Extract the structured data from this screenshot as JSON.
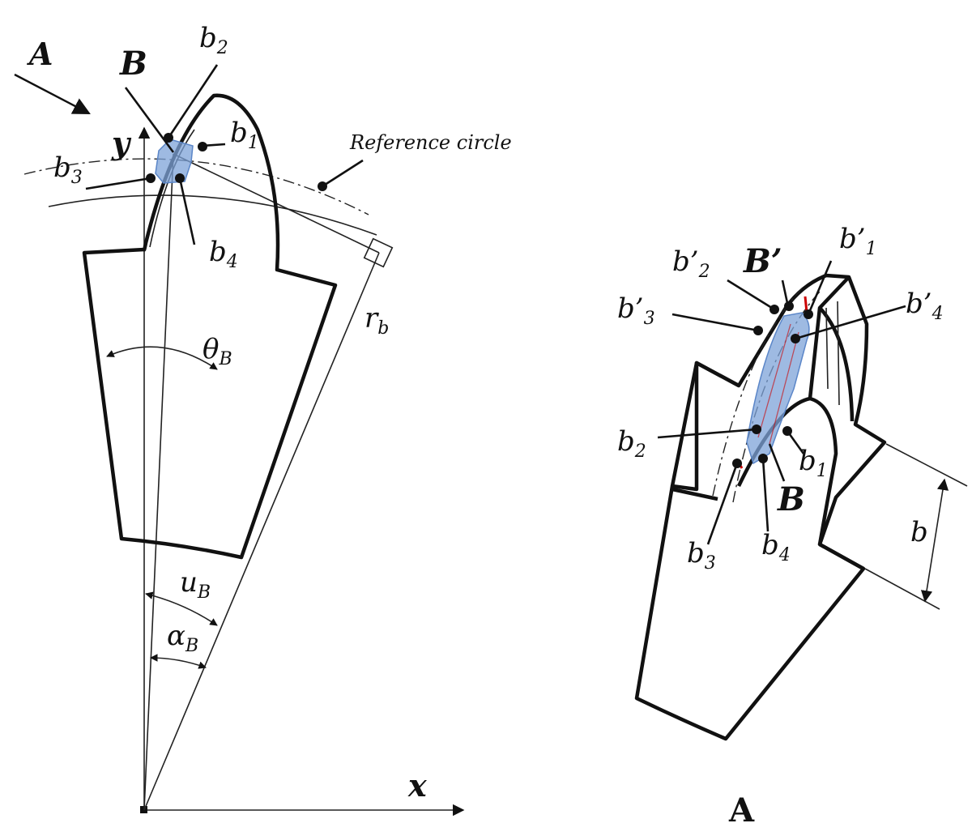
{
  "labels": {
    "view_arrow": "A",
    "point_B": "B",
    "axis_y": "y",
    "axis_x": "x",
    "reference_circle": "Reference circle",
    "theta": {
      "main": "θ",
      "sub": "B"
    },
    "u": {
      "main": "u",
      "sub": "B"
    },
    "alpha": {
      "main": "α",
      "sub": "B"
    },
    "rb": {
      "main": "r",
      "sub": "b"
    },
    "left_b1": {
      "main": "b",
      "sub": "1"
    },
    "left_b2": {
      "main": "b",
      "sub": "2"
    },
    "left_b3": {
      "main": "b",
      "sub": "3"
    },
    "left_b4": {
      "main": "b",
      "sub": "4"
    },
    "view_caption": "A",
    "point_B_prime": "B’",
    "right_bp1": {
      "main": "b’",
      "sub": "1"
    },
    "right_bp2": {
      "main": "b’",
      "sub": "2"
    },
    "right_bp3": {
      "main": "b’",
      "sub": "3"
    },
    "right_bp4": {
      "main": "b’",
      "sub": "4"
    },
    "right_b1": {
      "main": "b",
      "sub": "1"
    },
    "right_b2": {
      "main": "b",
      "sub": "2"
    },
    "right_b3": {
      "main": "b",
      "sub": "3"
    },
    "right_b4": {
      "main": "b",
      "sub": "4"
    },
    "right_B": "B",
    "face_width": "b"
  },
  "colors": {
    "outline": "#111111",
    "contact_patch": "#7da3d8",
    "contact_edge": "#cc0000"
  }
}
